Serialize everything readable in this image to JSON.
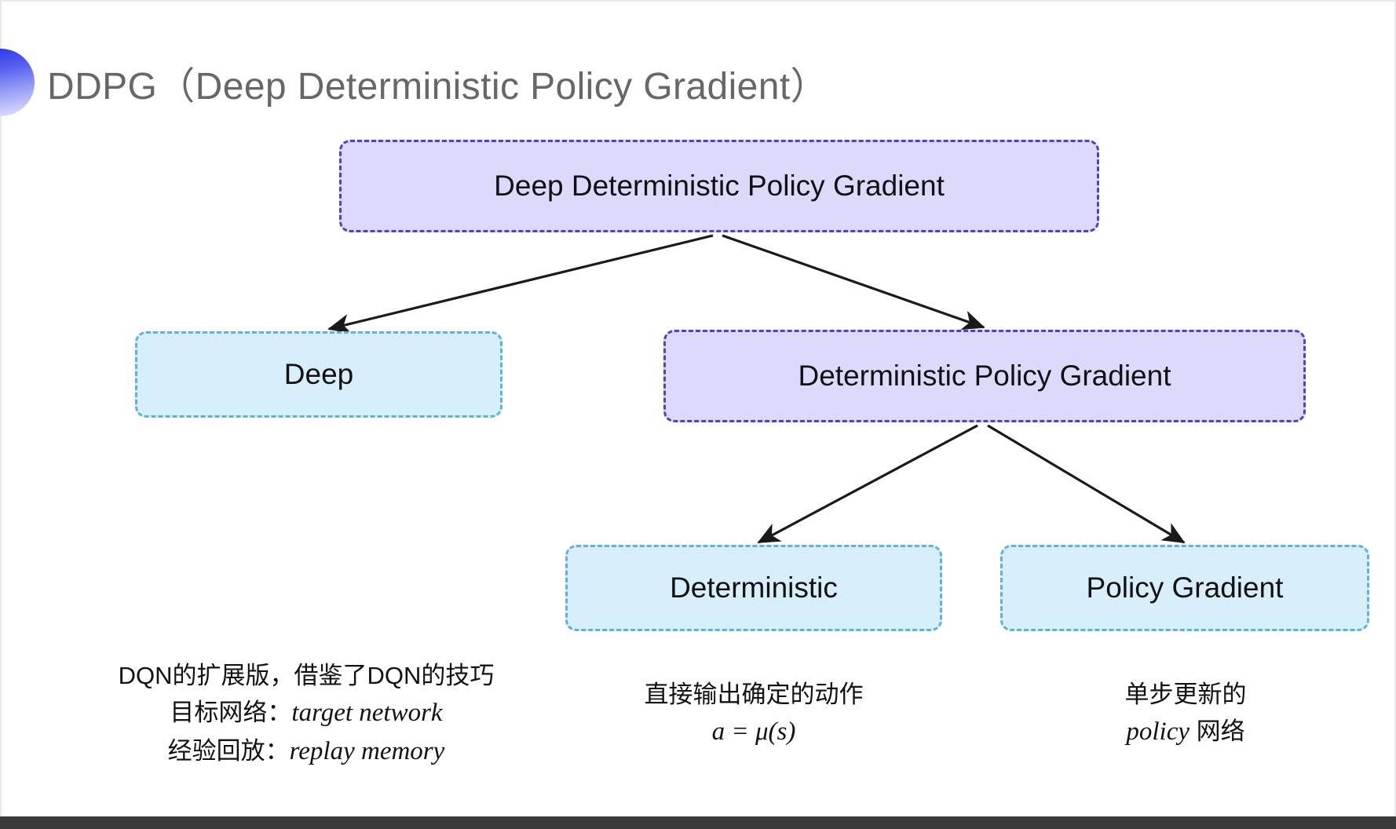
{
  "slide": {
    "title": "DDPG（Deep Deterministic Policy Gradient）",
    "bullet_icon": "gradient-半圆-bullet-icon"
  },
  "colors": {
    "purple_fill": "#dcd9fb",
    "purple_border": "#4a42d6",
    "blue_fill": "#d7eefb",
    "blue_border": "#5fb0e0",
    "title_text": "#676767",
    "node_text": "#111111",
    "arrow": "#1a1a1a",
    "bullet_gradient_start": "#2b34e8",
    "bullet_gradient_end": "#e4e6fd"
  },
  "diagram": {
    "type": "tree",
    "nodes": [
      {
        "id": "root",
        "label": "Deep Deterministic Policy Gradient",
        "style": "purple"
      },
      {
        "id": "deep",
        "label": "Deep",
        "style": "blue"
      },
      {
        "id": "dpg",
        "label": "Deterministic Policy Gradient",
        "style": "purple"
      },
      {
        "id": "det",
        "label": "Deterministic",
        "style": "blue"
      },
      {
        "id": "pg",
        "label": "Policy Gradient",
        "style": "blue"
      }
    ],
    "edges": [
      {
        "from": "root",
        "to": "deep"
      },
      {
        "from": "root",
        "to": "dpg"
      },
      {
        "from": "dpg",
        "to": "det"
      },
      {
        "from": "dpg",
        "to": "pg"
      }
    ]
  },
  "annotations": {
    "deep": {
      "line1": "DQN的扩展版，借鉴了DQN的技巧",
      "line2_label": "目标网络：",
      "line2_term": "target network",
      "line3_label": "经验回放：",
      "line3_term": "replay memory"
    },
    "deterministic": {
      "line1": "直接输出确定的动作",
      "line2_formula": "a = μ(s)"
    },
    "policy_gradient": {
      "line1": "单步更新的",
      "line2_term": "policy",
      "line2_suffix": " 网络"
    }
  }
}
